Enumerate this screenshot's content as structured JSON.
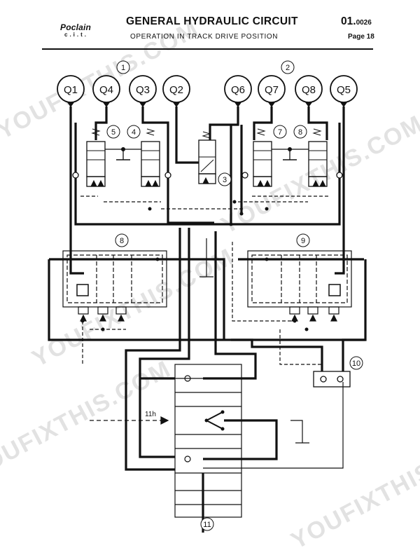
{
  "header": {
    "logo_main": "Poclain",
    "logo_sub": "c.i.t.",
    "title": "GENERAL HYDRAULIC CIRCUIT",
    "subtitle": "OPERATION IN TRACK DRIVE POSITION",
    "doc_number_main": "01.",
    "doc_number_sub": "0026",
    "page": "Page 18"
  },
  "pumps": [
    "Q1",
    "Q4",
    "Q3",
    "Q2",
    "Q6",
    "Q7",
    "Q8",
    "Q5"
  ],
  "callouts": {
    "c1": "1",
    "c2": "2",
    "c3": "3",
    "c4": "4",
    "c5": "5",
    "c6": "7",
    "c7": "8",
    "c8": "8",
    "c9": "9",
    "c10": "10",
    "c11": "11"
  },
  "labels": {
    "pilot": "11h"
  },
  "watermarks": [
    "YOUFIXTHIS.COM",
    "YOUFIXTHIS.COM",
    "YOUFIXTHIS.COM",
    "YOUFIXTHIS.COM",
    "YOUFIXTHIS.COM"
  ]
}
